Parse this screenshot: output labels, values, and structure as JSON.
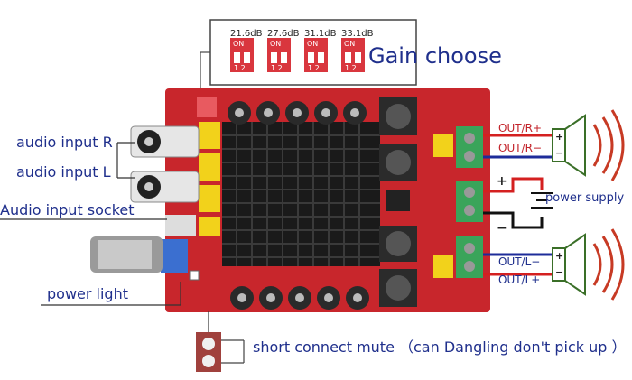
{
  "gain": {
    "title": "Gain choose",
    "options": [
      {
        "db": "21.6dB",
        "on": "ON",
        "pins": "1 2"
      },
      {
        "db": "27.6dB",
        "on": "ON",
        "pins": "1 2"
      },
      {
        "db": "31.1dB",
        "on": "ON",
        "pins": "1 2"
      },
      {
        "db": "33.1dB",
        "on": "ON",
        "pins": "1 2"
      }
    ]
  },
  "labels": {
    "audio_input_r": "audio input R",
    "audio_input_l": "audio input L",
    "audio_input_socket": "Audio input socket",
    "power_light": "power light",
    "mute": "short connect mute （can Dangling don't pick up ）",
    "power_supply": "power supply",
    "out_r_plus": "OUT/R+",
    "out_r_minus": "OUT/R−",
    "out_l_minus": "OUT/L−",
    "out_l_plus": "OUT/L+",
    "plus": "+",
    "minus": "−"
  },
  "colors": {
    "board": "#c8262c",
    "heatsink": "#1a1a1a",
    "label_blue": "#1f2f8c",
    "terminal_green": "#3aa45a",
    "wire_red": "#d42020",
    "wire_blue": "#1e2c9a",
    "dip_red": "#d9363e"
  }
}
